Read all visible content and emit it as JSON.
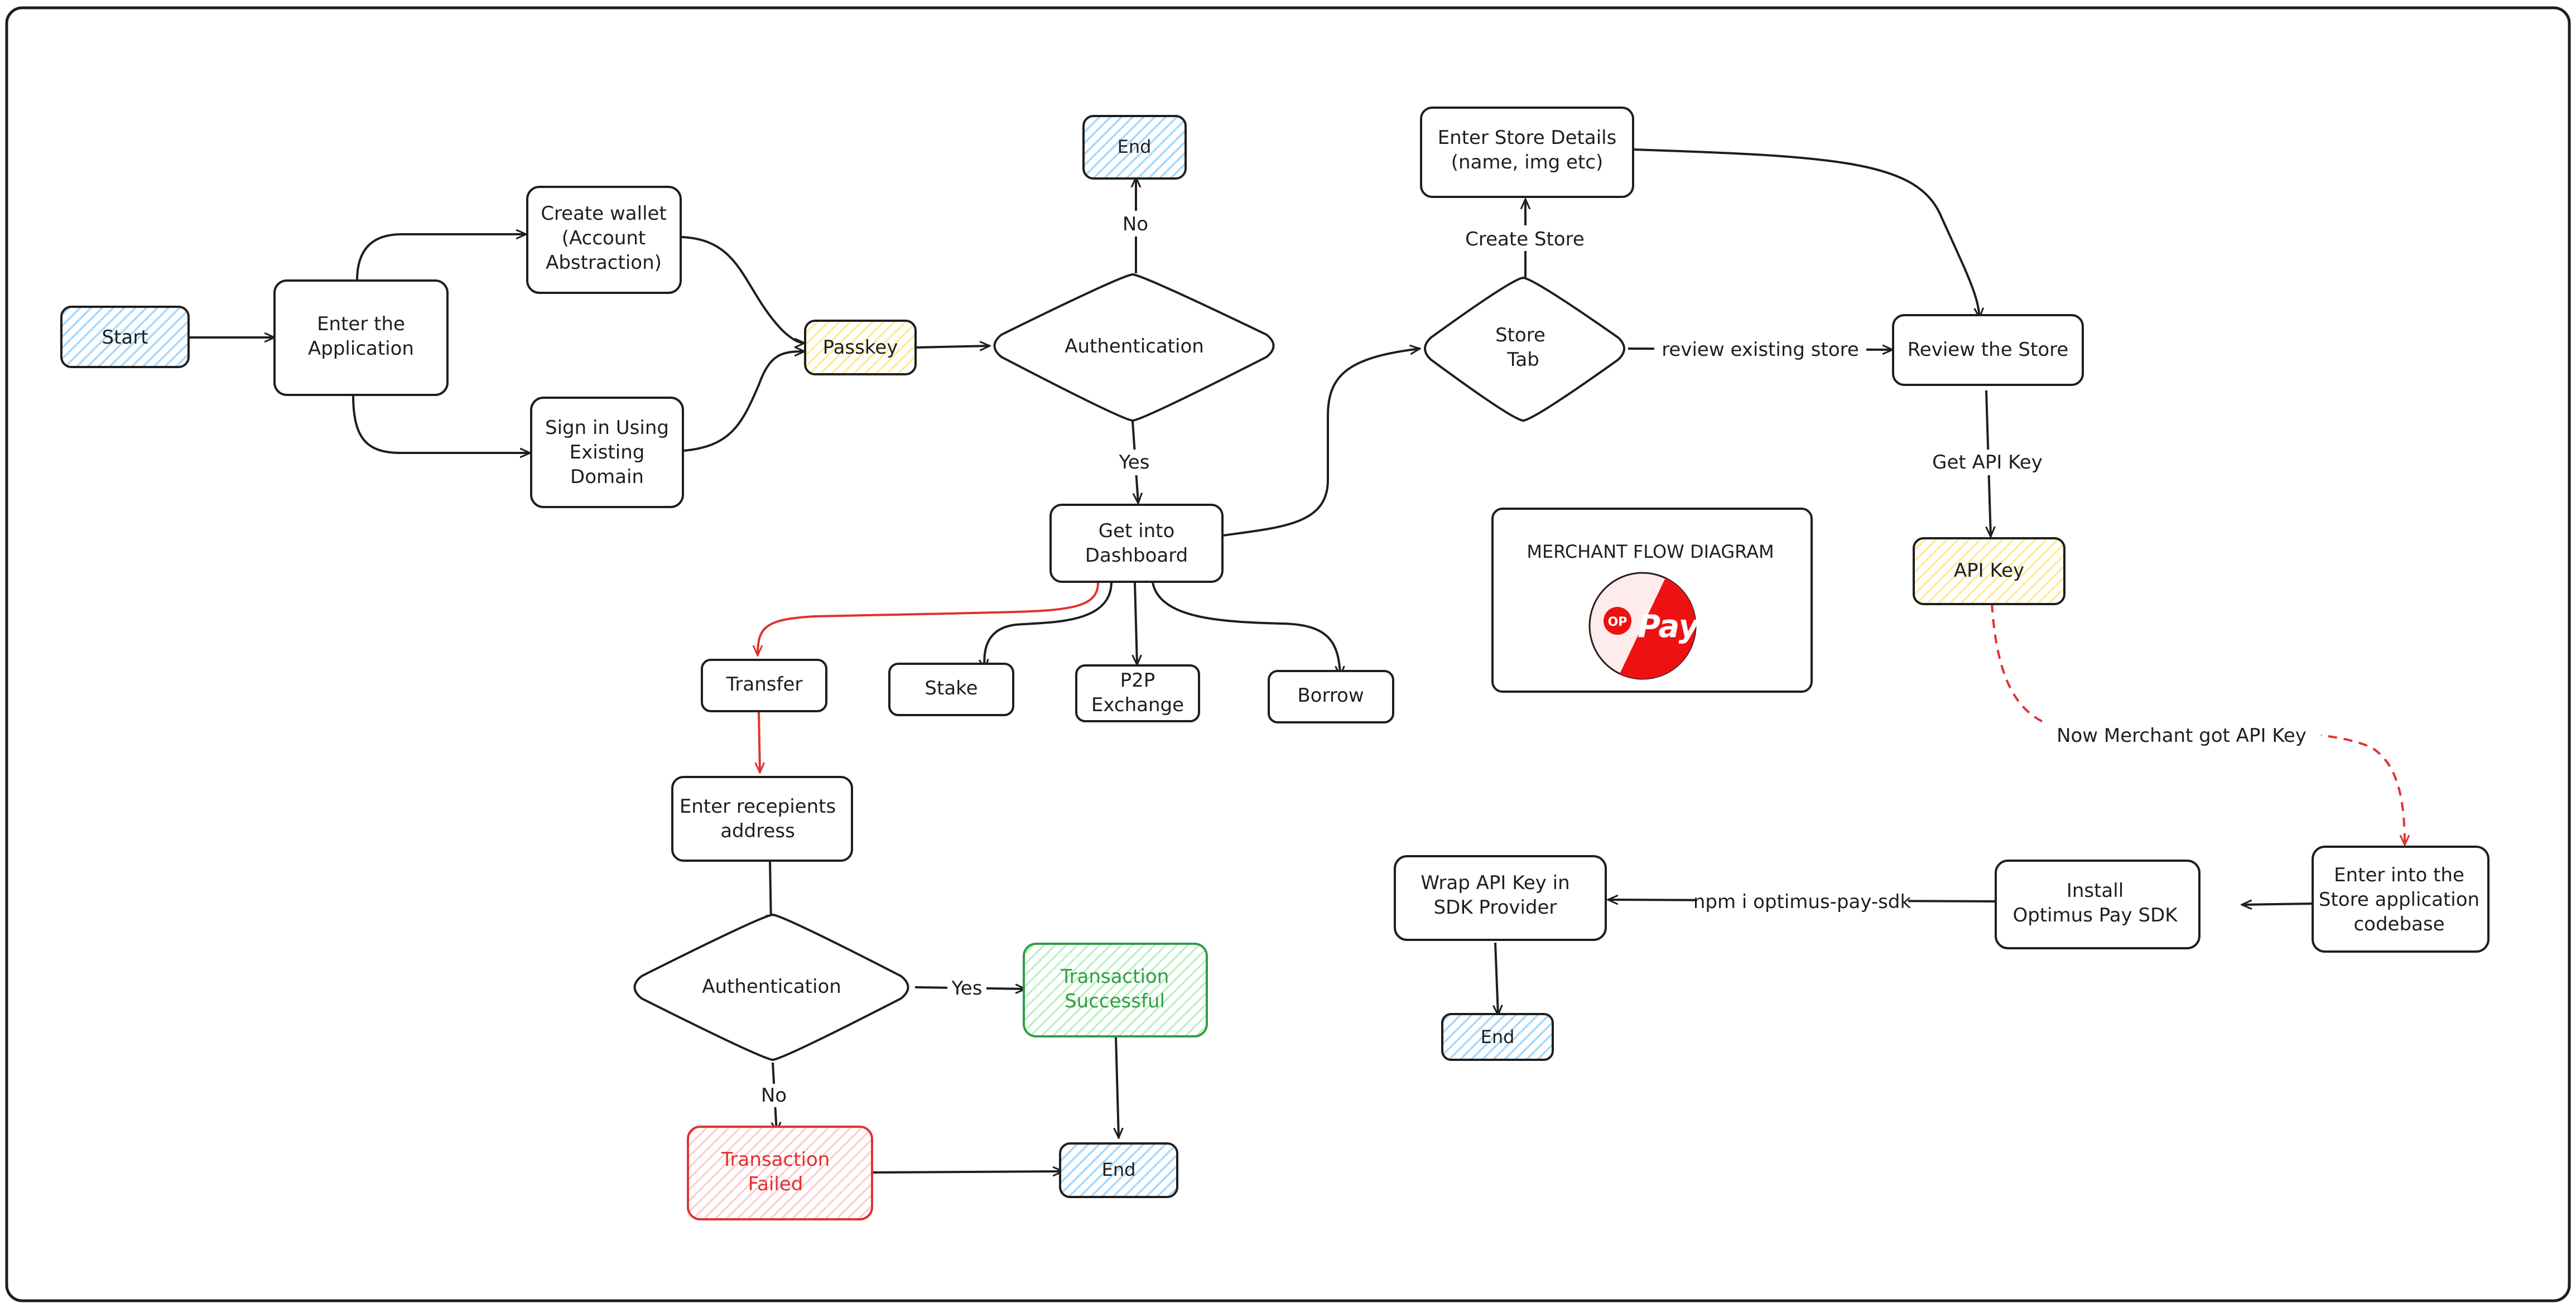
{
  "colors": {
    "stroke": "#1e1e1e",
    "blue_fill": "#a5d8ff",
    "yellow_fill": "#ffec99",
    "green": "#2f9e44",
    "green_fill": "#b2f2bb",
    "red": "#e03131",
    "red_fill": "#ffc9c9",
    "logo_red": "#ee1111"
  },
  "nodes": {
    "start": "Start",
    "enter_application": [
      "Enter the",
      "Application"
    ],
    "create_wallet": [
      "Create wallet",
      "(Account",
      "Abstraction)"
    ],
    "sign_in": [
      "Sign in Using",
      "Existing",
      "Domain"
    ],
    "passkey": "Passkey",
    "authentication_top": "Authentication",
    "end_top": "End",
    "get_into_dashboard": [
      "Get into",
      "Dashboard"
    ],
    "transfer": "Transfer",
    "stake": "Stake",
    "p2p_exchange": [
      "P2P",
      "Exchange"
    ],
    "borrow": "Borrow",
    "enter_recipients": [
      "Enter recepients",
      "address"
    ],
    "authentication_bottom": "Authentication",
    "transaction_successful": [
      "Transaction",
      "Successful"
    ],
    "transaction_failed": [
      "Transaction",
      "Failed"
    ],
    "end_bottom": "End",
    "store_tab": [
      "Store",
      "Tab"
    ],
    "enter_store_details": [
      "Enter Store Details",
      "(name, img etc)"
    ],
    "review_store": "Review the Store",
    "api_key": "API Key",
    "enter_codebase": [
      "Enter into the",
      "Store application",
      "codebase"
    ],
    "install_sdk": [
      "Install",
      "Optimus Pay SDK"
    ],
    "wrap_api_key": [
      "Wrap API Key in",
      "SDK Provider"
    ],
    "end_right": "End",
    "merchant_title": "MERCHANT FLOW DIAGRAM",
    "logo": {
      "badge": "OP",
      "word": "Pay"
    }
  },
  "edges": {
    "no_top": "No",
    "yes_top": "Yes",
    "create_store": "Create Store",
    "review_existing_store": "review existing store",
    "get_api_key": "Get API Key",
    "now_merchant_got_api_key": "Now Merchant got API Key",
    "npm_install": "npm i optimus-pay-sdk",
    "yes_bottom": "Yes",
    "no_bottom": "No"
  }
}
